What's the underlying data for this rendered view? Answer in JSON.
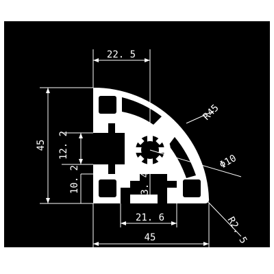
{
  "colors": {
    "background": "#000000",
    "profile_fill": "#ffffff",
    "line": "#ffffff",
    "border": "#ffffff"
  },
  "dimensions": {
    "top_width": "22. 5",
    "radius_outer": "R45",
    "center_hole": "Φ10",
    "left_height": "45",
    "slot_height": "12. 2",
    "lower_left": "10. 2",
    "slot_depth": "13. 4",
    "bottom_slot": "21. 6",
    "bottom_width": "45",
    "corner_radius": "R2. 5"
  }
}
